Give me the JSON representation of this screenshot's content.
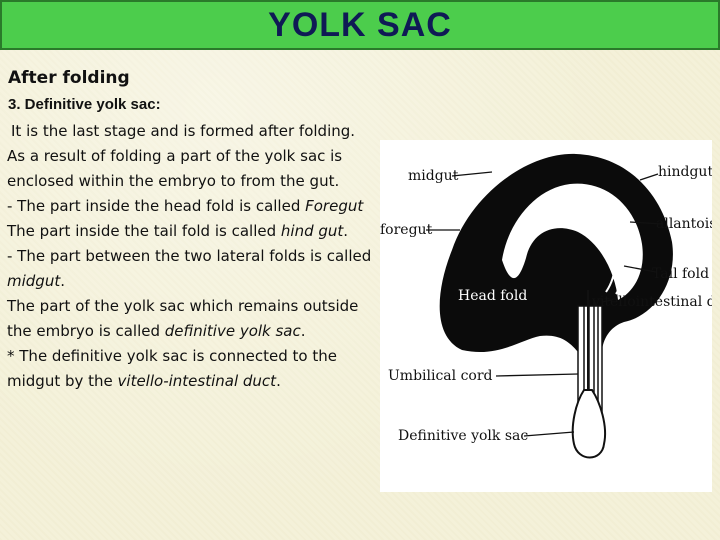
{
  "slide": {
    "title": "YOLK SAC",
    "subtitle": "After folding",
    "section_title": "3. Definitive yolk sac:",
    "paragraphs": {
      "p1": "It is the last stage and is formed after folding.",
      "p2": "As a result of folding a part of the yolk sac is enclosed within the embryo to from the gut.",
      "p3_a": "- The part inside the head fold is called ",
      "p3_b": "Foregut",
      "p4_a": "The part inside the tail fold is called ",
      "p4_b": "hind gut",
      "p4_c": ".",
      "p5_a": "- The part between the two lateral folds is called ",
      "p5_b": "midgut",
      "p5_c": ".",
      "p6_a": "The part of the yolk sac which remains outside the embryo is called ",
      "p6_b": "definitive yolk sac",
      "p6_c": ".",
      "p7_a": "* The definitive yolk sac is connected to the midgut by the ",
      "p7_b": "vitello-intestinal duct",
      "p7_c": "."
    }
  },
  "figure": {
    "labels": {
      "midgut": "midgut",
      "hindgut": "hindgut",
      "foregut": "foregut",
      "allantois": "allantois",
      "tail_fold": "Tail  fold",
      "head_fold": "Head fold",
      "vitello_duct": "vitellointestinal duct",
      "umbilical_cord": "Umbilical cord",
      "definitive_yolk_sac": "Definitive yolk sac"
    }
  }
}
